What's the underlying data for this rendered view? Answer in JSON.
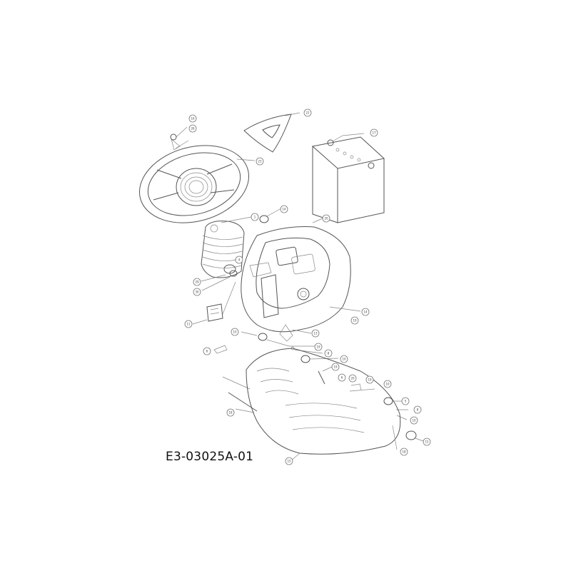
{
  "drawing_number": "E3-03025A-01",
  "callouts": [
    {
      "id": "c-top-left-a",
      "label": "16"
    },
    {
      "id": "c-top-left-b",
      "label": "26"
    },
    {
      "id": "c-wheel",
      "label": "23"
    },
    {
      "id": "c-cap",
      "label": "22"
    },
    {
      "id": "c-battery",
      "label": "17"
    },
    {
      "id": "c-boot",
      "label": "1"
    },
    {
      "id": "c-knob",
      "label": "14"
    },
    {
      "id": "c-dash",
      "label": "20"
    },
    {
      "id": "c-ring",
      "label": "29"
    },
    {
      "id": "c-washer",
      "label": "30"
    },
    {
      "id": "c-lever",
      "label": "4"
    },
    {
      "id": "c-switch",
      "label": "11"
    },
    {
      "id": "c-right-a",
      "label": "14"
    },
    {
      "id": "c-right-b",
      "label": "19"
    },
    {
      "id": "c-center-a",
      "label": "13"
    },
    {
      "id": "c-clip-a",
      "label": "10"
    },
    {
      "id": "c-clip-b",
      "label": "19"
    },
    {
      "id": "c-screw-a",
      "label": "8"
    },
    {
      "id": "c-screw-b",
      "label": "10"
    },
    {
      "id": "c-screw-c",
      "label": "19"
    },
    {
      "id": "c-key",
      "label": "6"
    },
    {
      "id": "c-mid-a",
      "label": "6"
    },
    {
      "id": "c-mid-b",
      "label": "20"
    },
    {
      "id": "c-mid-c",
      "label": "19"
    },
    {
      "id": "c-nut-a",
      "label": "10"
    },
    {
      "id": "c-nut-b",
      "label": "5"
    },
    {
      "id": "c-nut-c",
      "label": "8"
    },
    {
      "id": "c-nut-d",
      "label": "10"
    },
    {
      "id": "c-rod",
      "label": "18"
    },
    {
      "id": "c-bottom-right",
      "label": "18"
    },
    {
      "id": "c-hood",
      "label": "15"
    }
  ]
}
